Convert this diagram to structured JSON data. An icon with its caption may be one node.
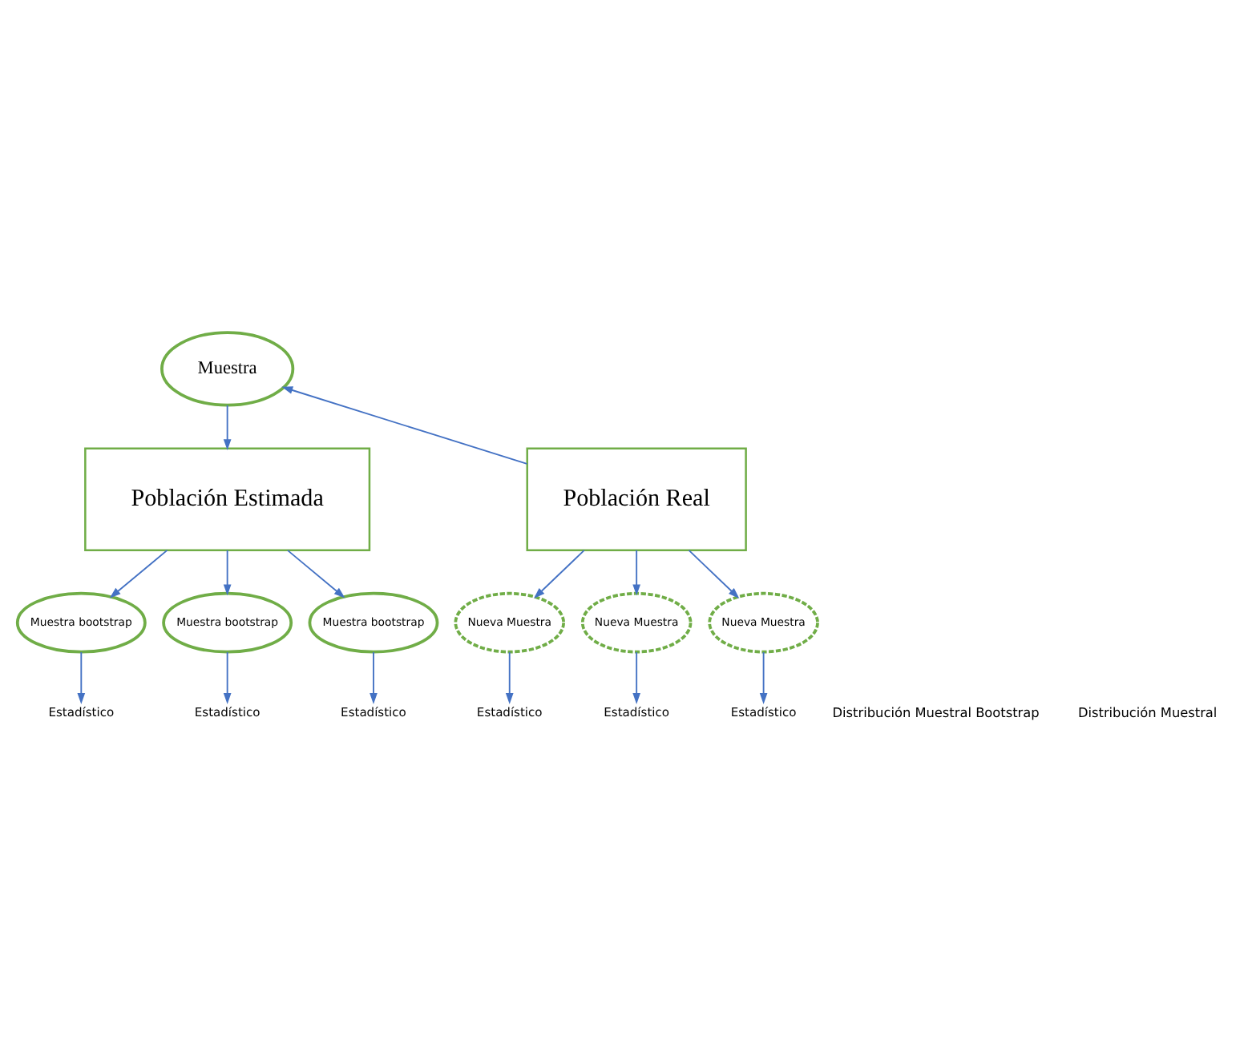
{
  "diagram": {
    "nodes": [
      {
        "text": [
          "Muestra"
        ]
      },
      {
        "text": [
          "Población Estimada"
        ]
      },
      {
        "text": [
          "Población Real"
        ]
      },
      {
        "text": [
          "Muestra bootstrap"
        ]
      },
      {
        "text": [
          "Muestra bootstrap"
        ]
      },
      {
        "text": [
          "Muestra bootstrap"
        ]
      },
      {
        "text": [
          "Nueva Muestra"
        ]
      },
      {
        "text": [
          "Nueva Muestra"
        ]
      },
      {
        "text": [
          "Nueva Muestra"
        ]
      },
      {
        "text": [
          "Estadístico"
        ]
      },
      {
        "text": [
          "Estadístico"
        ]
      },
      {
        "text": [
          "Estadístico"
        ]
      },
      {
        "text": [
          "Estadístico"
        ]
      },
      {
        "text": [
          "Estadístico"
        ]
      },
      {
        "text": [
          "Estadístico"
        ]
      }
    ],
    "edges": [
      {
        "from": 0,
        "to": 1,
        "arrow": "to"
      },
      {
        "from": 2,
        "to": 0,
        "arrow": "to"
      },
      {
        "from": 1,
        "to": 3,
        "arrow": "to"
      },
      {
        "from": 1,
        "to": 4,
        "arrow": "to"
      },
      {
        "from": 1,
        "to": 5,
        "arrow": "to"
      },
      {
        "from": 2,
        "to": 6,
        "arrow": "to"
      },
      {
        "from": 2,
        "to": 7,
        "arrow": "to"
      },
      {
        "from": 2,
        "to": 8,
        "arrow": "to"
      },
      {
        "from": 3,
        "to": 9,
        "arrow": "to"
      },
      {
        "from": 4,
        "to": 10,
        "arrow": "to"
      },
      {
        "from": 5,
        "to": 11,
        "arrow": "to"
      },
      {
        "from": 6,
        "to": 12,
        "arrow": "to"
      },
      {
        "from": 7,
        "to": 13,
        "arrow": "to"
      },
      {
        "from": 8,
        "to": 14,
        "arrow": "to"
      }
    ],
    "labels": [
      "Distribución Muestral Bootstrap",
      "Distribución Muestral"
    ]
  }
}
